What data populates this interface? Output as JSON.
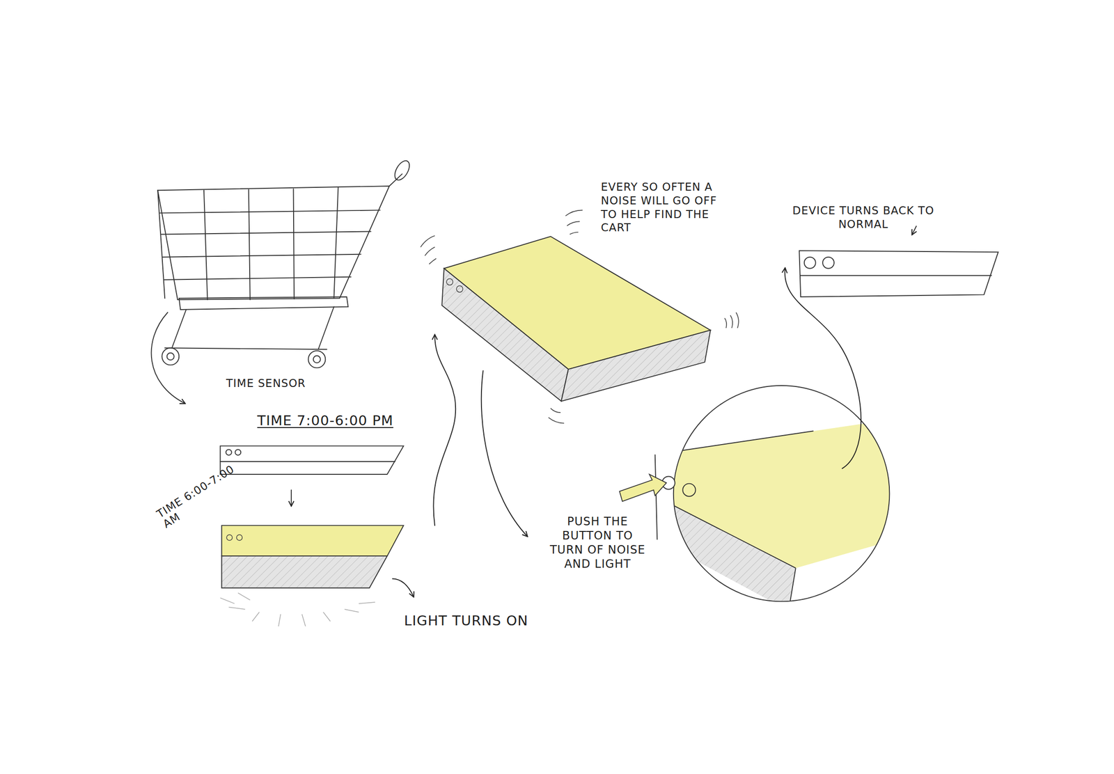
{
  "diagram": {
    "labels": [
      "TIME SENSOR",
      "TIME 7:00-6:00 PM",
      "TIME 6:00-7:00 AM",
      "LIGHT TURNS ON",
      "EVERY SO OFTEN A NOISE WILL GO OFF TO HELP FIND THE CART",
      "PUSH THE BUTTON TO TURN OF NOISE AND LIGHT",
      "DEVICE TURNS BACK TO NORMAL"
    ]
  }
}
